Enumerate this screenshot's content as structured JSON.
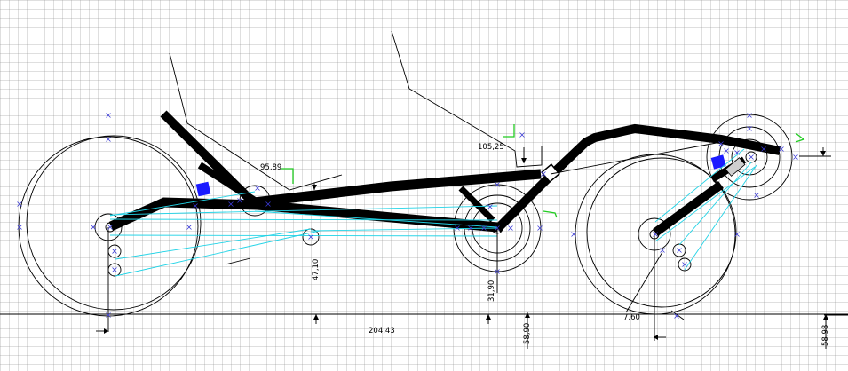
{
  "colors": {
    "frame": "#000000",
    "chain": "#22d3e6",
    "marker": "#3b3bd6",
    "block": "#1a1aff",
    "angle_arrow": "#22cc22",
    "grid": "#c8c8c8"
  },
  "dimensions": {
    "angle_seat": "95,89",
    "angle_steer": "105,25",
    "vertical_mid": "47,10",
    "vertical_bb": "31,90",
    "wheelbase": "204,43",
    "height_bb": "58,90",
    "offset_front": "7,60",
    "height_front": "58,98"
  }
}
